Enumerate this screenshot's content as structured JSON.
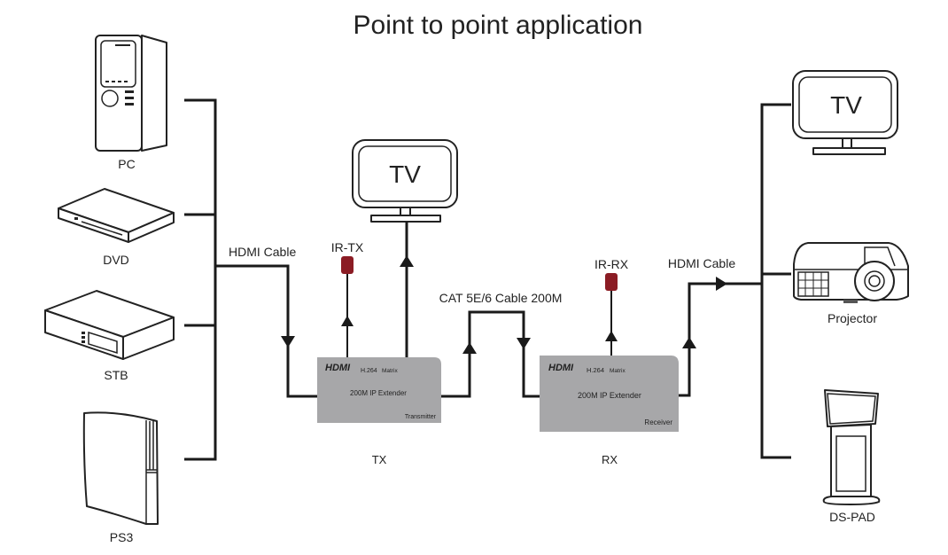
{
  "title": "Point to point application",
  "sources": [
    {
      "id": "pc",
      "label": "PC",
      "icon": "desktop-tower-icon"
    },
    {
      "id": "dvd",
      "label": "DVD",
      "icon": "dvd-player-icon"
    },
    {
      "id": "stb",
      "label": "STB",
      "icon": "set-top-box-icon"
    },
    {
      "id": "ps3",
      "label": "PS3",
      "icon": "game-console-icon"
    }
  ],
  "displays": [
    {
      "id": "tv-right",
      "label": "TV",
      "icon": "tv-icon"
    },
    {
      "id": "projector",
      "label": "Projector",
      "icon": "projector-icon"
    },
    {
      "id": "ds-pad",
      "label": "DS-PAD",
      "icon": "digital-signage-kiosk-icon"
    }
  ],
  "local_tv": {
    "label": "TV",
    "icon": "tv-icon"
  },
  "cables": {
    "hdmi_in": "HDMI Cable",
    "hdmi_out": "HDMI Cable",
    "cat": "CAT 5E/6 Cable 200M"
  },
  "ir": {
    "tx": {
      "label": "IR-TX",
      "color": "#8b1c24"
    },
    "rx": {
      "label": "IR-RX",
      "color": "#8b1c24"
    }
  },
  "transmitter": {
    "logo": "HDMI",
    "codec": "H.264",
    "mode": "Matrix",
    "name": "200M IP Extender",
    "role": "Transmitter",
    "caption": "TX",
    "color": "#a7a7a9"
  },
  "receiver": {
    "logo": "HDMI",
    "codec": "H.264",
    "mode": "Matrix",
    "name": "200M IP Extender",
    "role": "Receiver",
    "caption": "RX",
    "color": "#a7a7a9"
  }
}
